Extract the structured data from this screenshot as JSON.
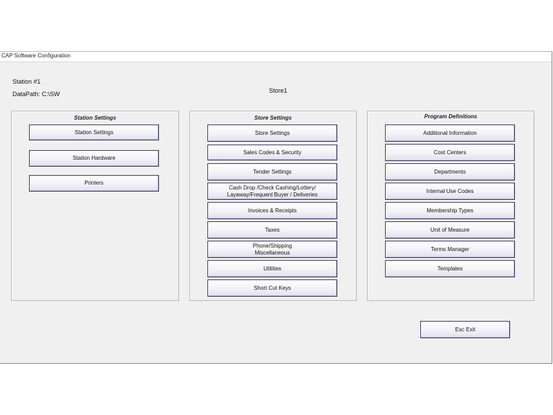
{
  "window": {
    "title": "CAP Software Configuration"
  },
  "info": {
    "station": "Station #1",
    "datapath": "DataPath: C:\\SW",
    "store": "Store1"
  },
  "station_panel": {
    "title": "Station Settings",
    "buttons": [
      "Station Settings",
      "Station Hardware",
      "Printers"
    ]
  },
  "store_panel": {
    "title": "Store Settings",
    "buttons": [
      "Store Settings",
      "Sales Codes & Security",
      "Tender Settings",
      "Cash Drop /Check Cashing/Lottery/\nLayaway/Frequent Buyer / Deliveries",
      "Invoices & Receipts",
      "Taxes",
      "Phone/Shipping\nMiscellaneous",
      "Utilities",
      "Short Cut Keys"
    ]
  },
  "program_panel": {
    "title": "Program Definitions",
    "buttons": [
      "Additional Information",
      "Cost Centers",
      "Departments",
      "Internal Use Codes",
      "Membership Types",
      "Unit of Measure",
      "Terms Manager",
      "Templates"
    ]
  },
  "exit_button": "Esc Exit"
}
